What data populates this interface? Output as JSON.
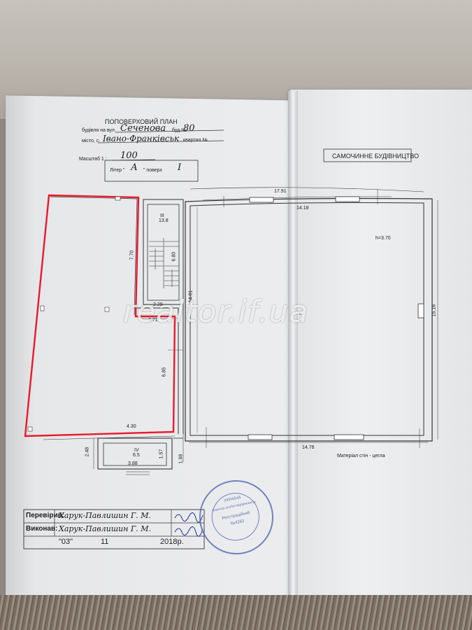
{
  "header": {
    "title": "ПОПОВЕРХОВИЙ ПЛАН",
    "street_label": "будівля на вул.",
    "street_value": "Сеченова",
    "building_label": "буд.№",
    "building_value": "80",
    "city_label": "місто, с.",
    "city_value": "Івано-Франківськ",
    "quarter_label": "квартал №",
    "scale_label": "Масштаб 1 :",
    "scale_value": "100",
    "liter_label": "Літер \"",
    "liter_value": "А",
    "floor_label": "\" поверх",
    "floor_value": "I"
  },
  "notice": "САМОЧИННЕ БУДІВНИЦТВО",
  "dimensions": {
    "d1791": "17.91",
    "d1418": "14.18",
    "d1401": "14.01",
    "d1516": "15.16",
    "d1476": "14.76",
    "d770": "7.70",
    "d680": "6.80",
    "d229": "2.29",
    "d271": "2.71",
    "d685": "6.85",
    "d430": "4.30",
    "d248": "2.48",
    "d157": "1.57",
    "d198": "1.98",
    "d388": "3.88",
    "height": "h=3.70"
  },
  "rooms": {
    "r3_num": "III",
    "r3_area": "13.8",
    "r4_num": "IV",
    "r4_area": "6.5",
    "r1_num": "I"
  },
  "material": "Матеріал стін - цегла",
  "signatures": {
    "checked_label": "Перевірив:",
    "checked_name": "Харук-Павлишин Г. М.",
    "made_label": "Виконав:",
    "made_name": "Харук-Павлишин Г. М.",
    "date_day": "03",
    "date_month": "11",
    "date_year": "2018р."
  },
  "stamp": {
    "line1": "УКРАЇНА",
    "line2": "Фізична особа-підприємець",
    "line3": "Реєстраційний",
    "line4": "№4283"
  },
  "watermark": "realtor.if.ua",
  "colors": {
    "highlight": "#e8192c",
    "stamp": "#4a5fae",
    "ink": "#222222"
  }
}
